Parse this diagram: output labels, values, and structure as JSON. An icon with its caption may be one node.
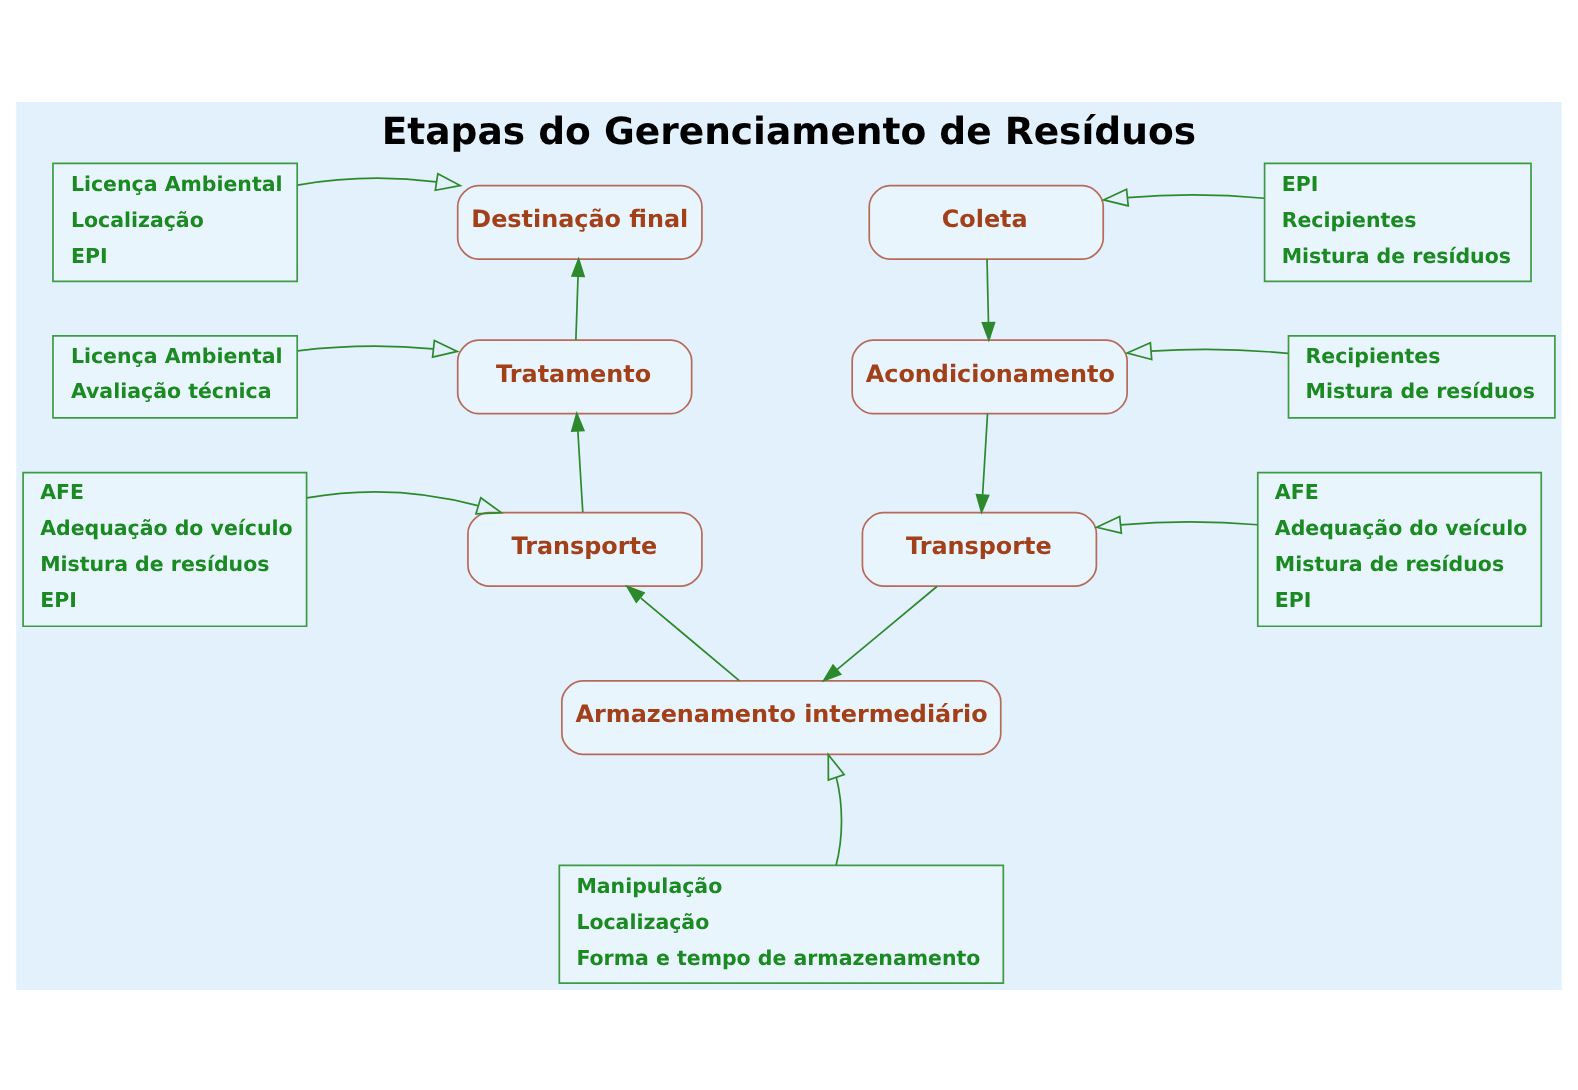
{
  "diagram": {
    "title": "Etapas do Gerenciamento de Resíduos",
    "nodes": [
      {
        "text": [
          "Destinação final"
        ]
      },
      {
        "text": [
          "Coleta"
        ]
      },
      {
        "text": [
          "Tratamento"
        ]
      },
      {
        "text": [
          "Acondicionamento"
        ]
      },
      {
        "text": [
          "Transporte"
        ]
      },
      {
        "text": [
          "Transporte"
        ]
      },
      {
        "text": [
          "Armazenamento intermediário"
        ]
      },
      {
        "text": [
          "Licença Ambiental",
          "Localização",
          "EPI"
        ]
      },
      {
        "text": [
          "EPI",
          "Recipientes",
          "Mistura de resíduos"
        ]
      },
      {
        "text": [
          "Licença Ambiental",
          "Avaliação técnica"
        ]
      },
      {
        "text": [
          "Recipientes",
          "Mistura de resíduos"
        ]
      },
      {
        "text": [
          "AFE",
          "Adequação do veículo",
          "Mistura de resíduos",
          "EPI"
        ]
      },
      {
        "text": [
          "AFE",
          "Adequação do veículo",
          "Mistura de resíduos",
          "EPI"
        ]
      },
      {
        "text": [
          "Manipulação",
          "Localização",
          "Forma e tempo de armazenamento"
        ]
      }
    ],
    "edges": [
      {
        "from": 1,
        "to": 3,
        "arrow": "to"
      },
      {
        "from": 3,
        "to": 5,
        "arrow": "to"
      },
      {
        "from": 5,
        "to": 6,
        "arrow": "to"
      },
      {
        "from": 6,
        "to": 4,
        "arrow": "to"
      },
      {
        "from": 4,
        "to": 2,
        "arrow": "to"
      },
      {
        "from": 2,
        "to": 0,
        "arrow": "to"
      },
      {
        "from": 7,
        "to": 0,
        "arrow": "to"
      },
      {
        "from": 8,
        "to": 1,
        "arrow": "to"
      },
      {
        "from": 9,
        "to": 2,
        "arrow": "to"
      },
      {
        "from": 10,
        "to": 3,
        "arrow": "to"
      },
      {
        "from": 11,
        "to": 4,
        "arrow": "to"
      },
      {
        "from": 12,
        "to": 5,
        "arrow": "to"
      },
      {
        "from": 13,
        "to": 6,
        "arrow": "to"
      }
    ]
  }
}
